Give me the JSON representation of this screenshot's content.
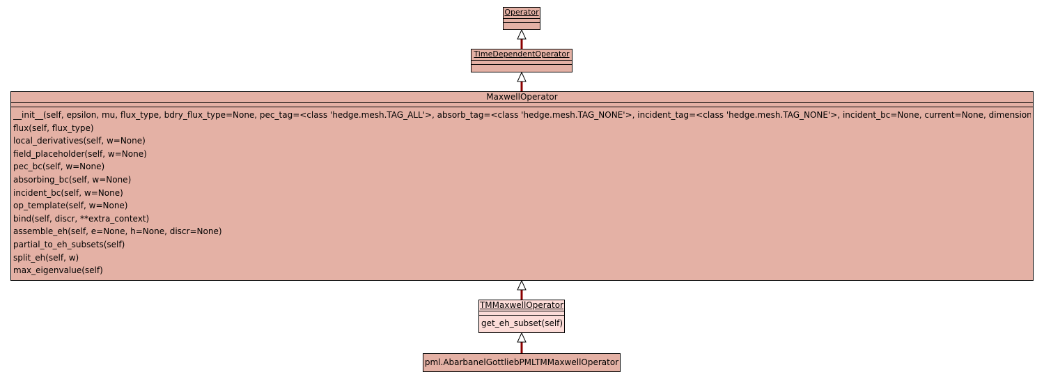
{
  "diagram": {
    "colors": {
      "class_fill": "#e4b1a5",
      "class_fill_light": "#fcdcd8",
      "edge": "#8b0000"
    },
    "classes": {
      "operator": {
        "name": "Operator",
        "operations": []
      },
      "time_dependent_operator": {
        "name": "TimeDependentOperator",
        "operations": []
      },
      "maxwell_operator": {
        "name": "MaxwellOperator",
        "operations": [
          "__init__(self, epsilon, mu, flux_type, bdry_flux_type=None, pec_tag=<class 'hedge.mesh.TAG_ALL'>, absorb_tag=<class 'hedge.mesh.TAG_NONE'>, incident_tag=<class 'hedge.mesh.TAG_NONE'>, incident_bc=None, current=None, dimensions=None)",
          "flux(self, flux_type)",
          "local_derivatives(self, w=None)",
          "field_placeholder(self, w=None)",
          "pec_bc(self, w=None)",
          "absorbing_bc(self, w=None)",
          "incident_bc(self, w=None)",
          "op_template(self, w=None)",
          "bind(self, discr, **extra_context)",
          "assemble_eh(self, e=None, h=None, discr=None)",
          "partial_to_eh_subsets(self)",
          "split_eh(self, w)",
          "max_eigenvalue(self)"
        ]
      },
      "tm_maxwell_operator": {
        "name": "TMMaxwellOperator",
        "operations": [
          "get_eh_subset(self)"
        ]
      },
      "pml_operator": {
        "name": "pml.AbarbanelGottliebPMLTMMaxwellOperator",
        "operations": []
      }
    },
    "relations": [
      {
        "from": "time_dependent_operator",
        "to": "operator",
        "type": "inheritance"
      },
      {
        "from": "maxwell_operator",
        "to": "time_dependent_operator",
        "type": "inheritance"
      },
      {
        "from": "tm_maxwell_operator",
        "to": "maxwell_operator",
        "type": "inheritance"
      },
      {
        "from": "pml_operator",
        "to": "tm_maxwell_operator",
        "type": "inheritance"
      }
    ]
  }
}
